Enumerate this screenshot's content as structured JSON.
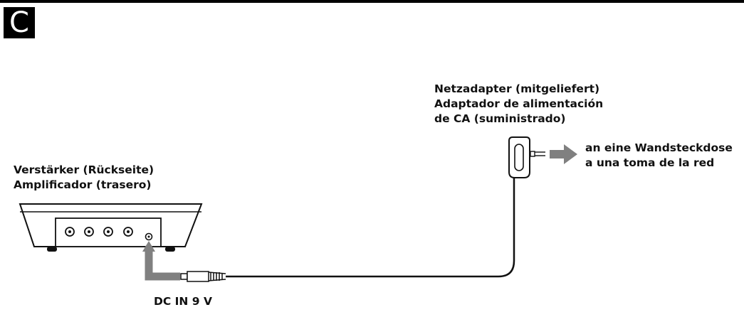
{
  "section": {
    "badge": "C"
  },
  "adapter_label": {
    "line1": "Netzadapter (mitgeliefert)",
    "line2": "Adaptador de alimentación",
    "line3": "de CA (suministrado)"
  },
  "amplifier_label": {
    "line1": "Verstärker (Rückseite)",
    "line2": "Amplificador (trasero)"
  },
  "wall_outlet_label": {
    "line1": "an eine Wandsteckdose",
    "line2": "a una toma de la red"
  },
  "jack_label": {
    "text": "DC IN 9 V"
  },
  "colors": {
    "arrow_gray": "#808080",
    "ink": "#111111",
    "badge_bg": "#000000"
  }
}
